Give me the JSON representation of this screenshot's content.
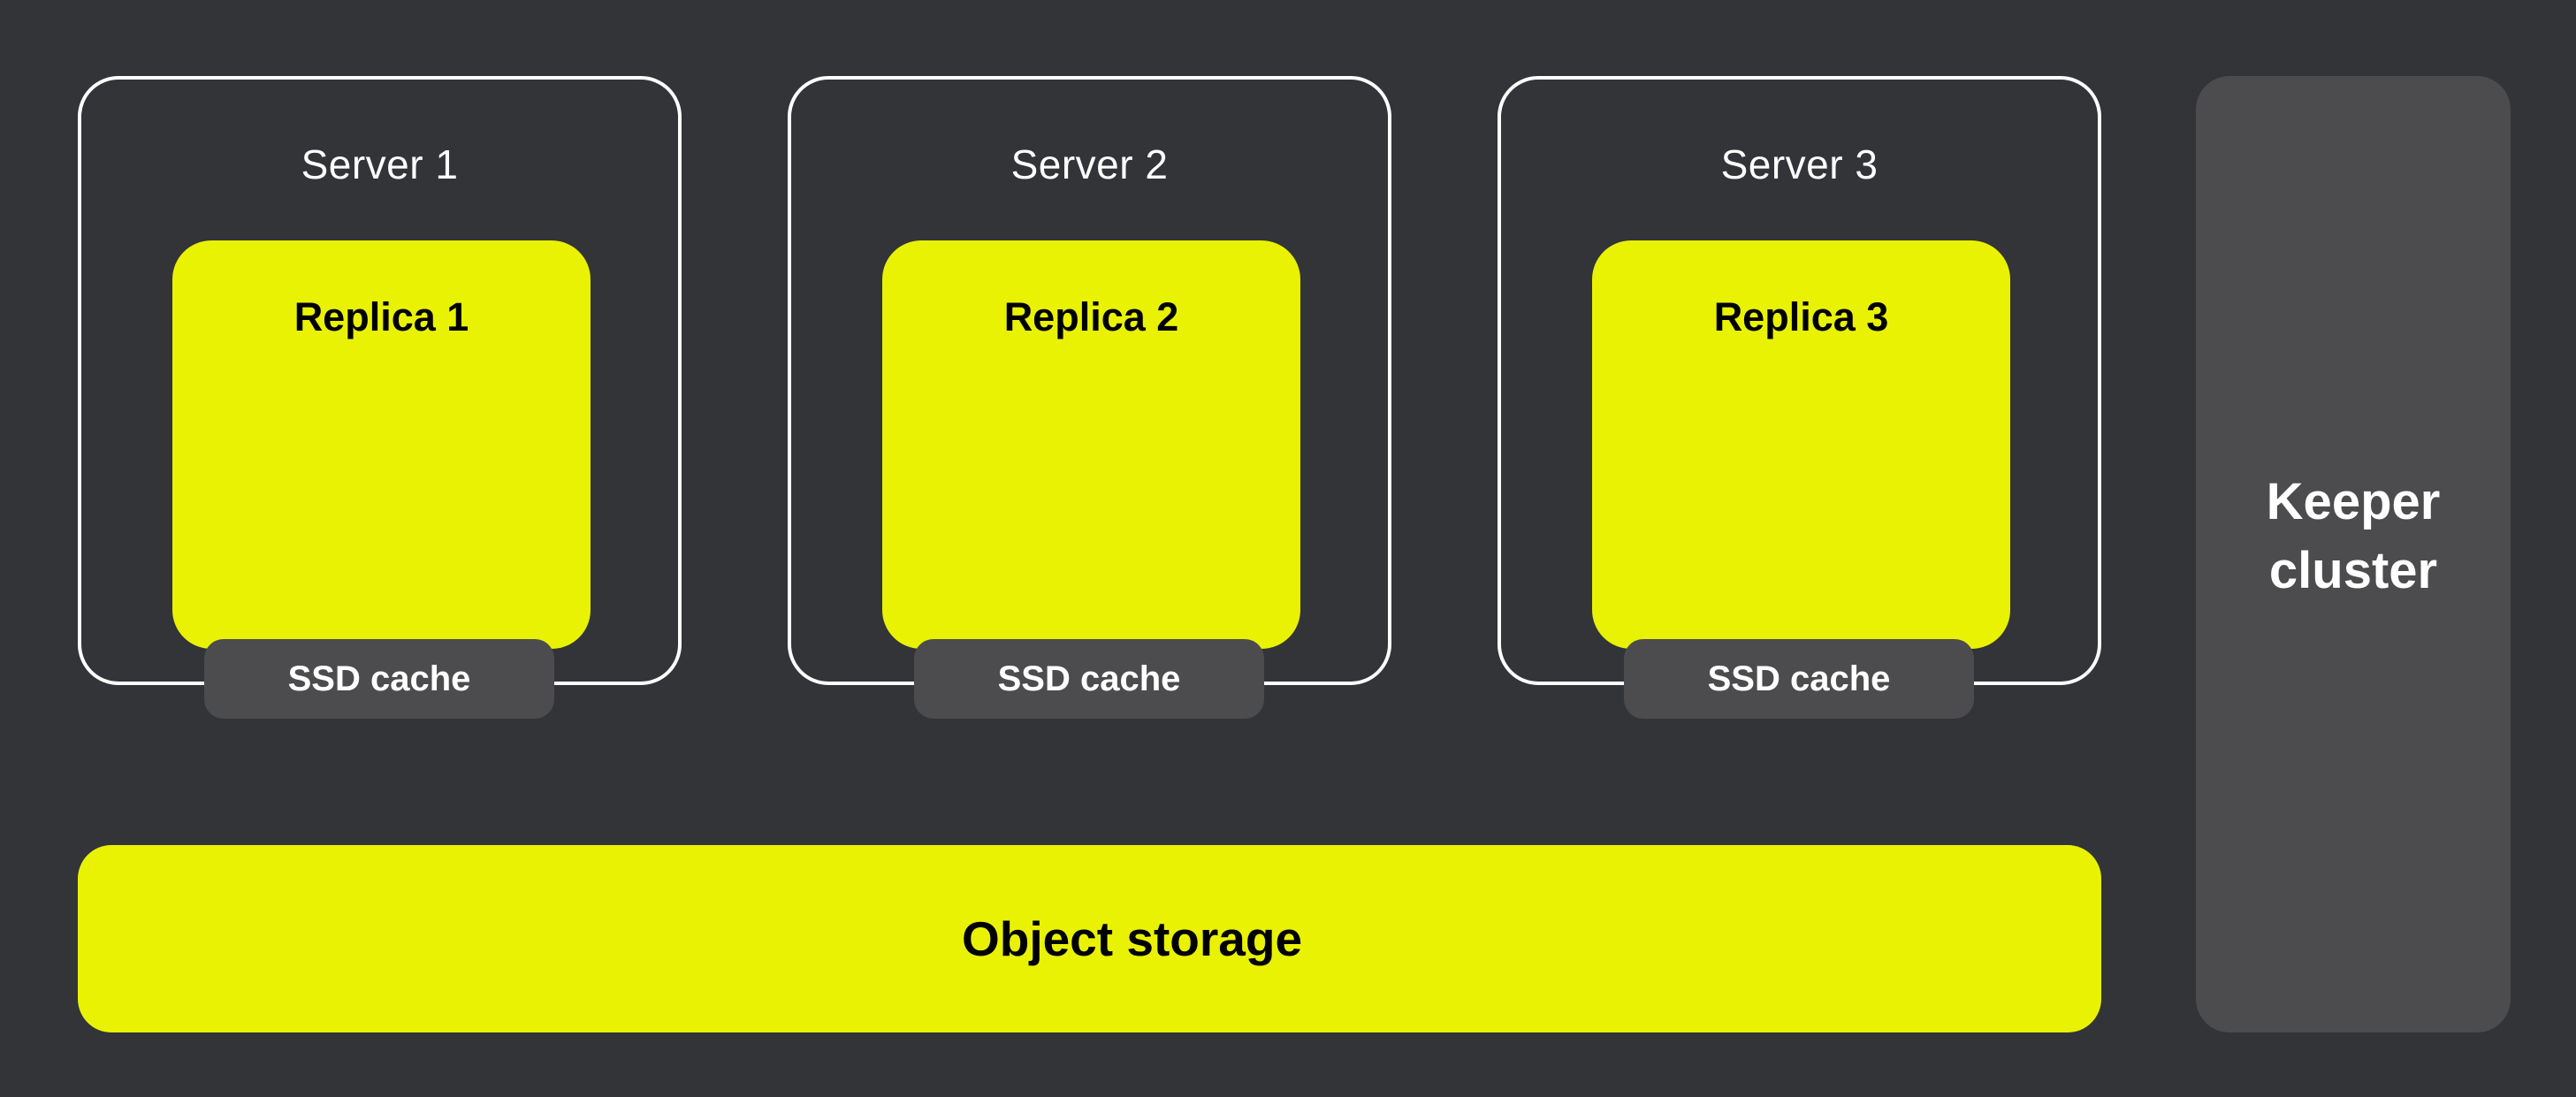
{
  "diagram": {
    "servers": [
      {
        "title": "Server 1",
        "replica_label": "Replica 1",
        "ssd_label": "SSD cache"
      },
      {
        "title": "Server 2",
        "replica_label": "Replica 2",
        "ssd_label": "SSD cache"
      },
      {
        "title": "Server 3",
        "replica_label": "Replica 3",
        "ssd_label": "SSD cache"
      }
    ],
    "object_storage": {
      "label": "Object storage"
    },
    "keeper": {
      "label": "Keeper\ncluster"
    }
  },
  "colors": {
    "background": "#333437",
    "accent_yellow": "#E8F202",
    "panel_gray": "#4C4C4E",
    "outline_white": "#FFFFFF",
    "text_dark": "#000000",
    "text_light": "#FFFFFF"
  }
}
